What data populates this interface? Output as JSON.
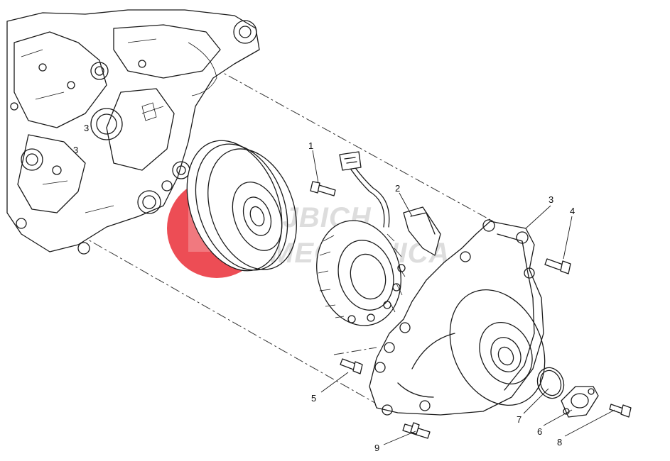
{
  "watermark": {
    "line1": "REJBICH",
    "line2": "MECCANICA",
    "brand_color": "#e8202a"
  },
  "callouts": [
    {
      "id": "1",
      "label": "1"
    },
    {
      "id": "2",
      "label": "2"
    },
    {
      "id": "3",
      "label": "3"
    },
    {
      "id": "4",
      "label": "4"
    },
    {
      "id": "5",
      "label": "5"
    },
    {
      "id": "6",
      "label": "6"
    },
    {
      "id": "7",
      "label": "7"
    },
    {
      "id": "8",
      "label": "8"
    },
    {
      "id": "9",
      "label": "9"
    }
  ],
  "crankcase_marks": [
    "3",
    "3"
  ]
}
